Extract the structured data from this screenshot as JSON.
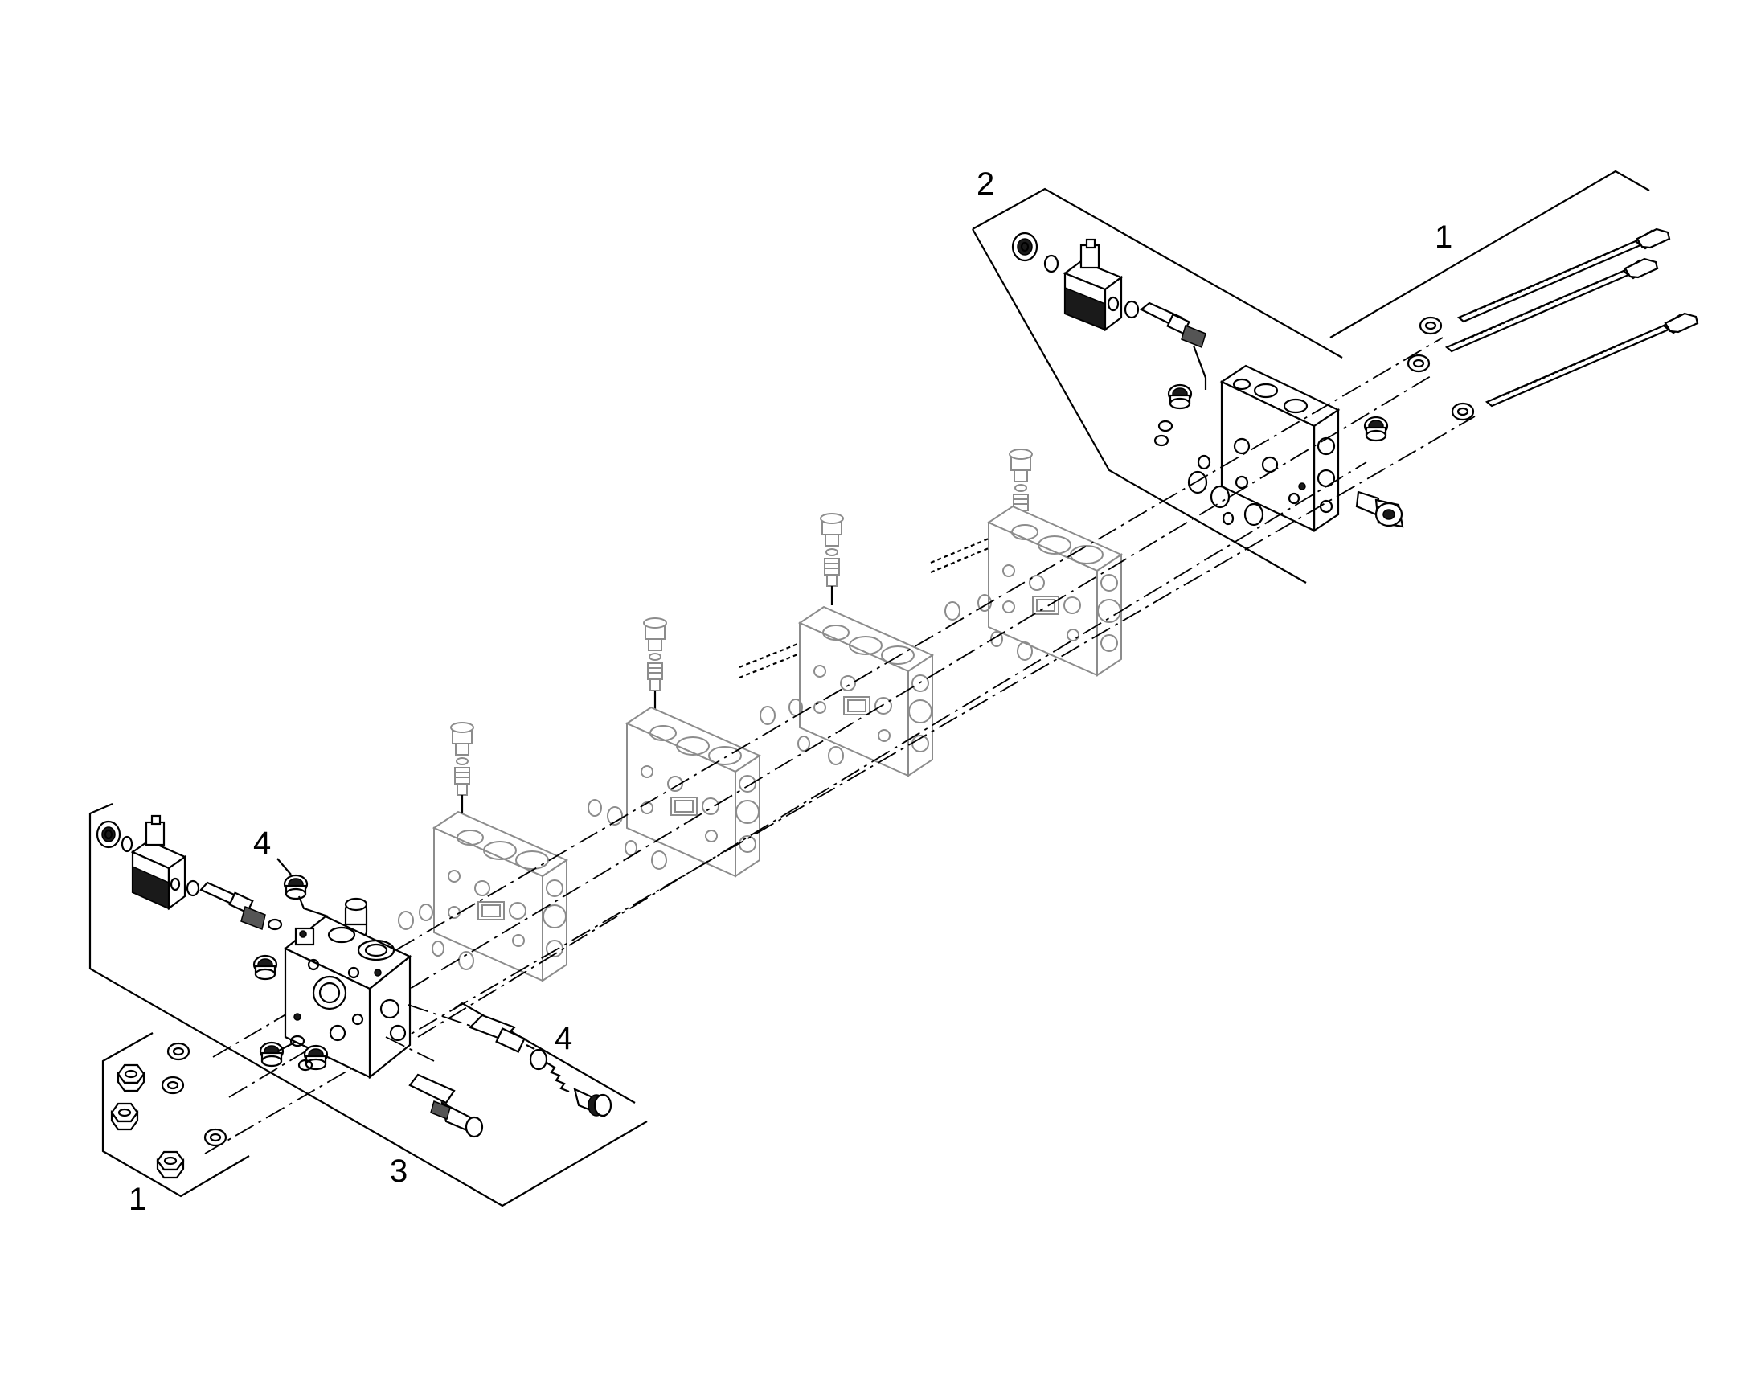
{
  "diagram": {
    "callouts": [
      {
        "id": "top-right-1",
        "text": "1"
      },
      {
        "id": "top-2",
        "text": "2"
      },
      {
        "id": "bottom-left-4",
        "text": "4"
      },
      {
        "id": "bottom-right-4",
        "text": "4"
      },
      {
        "id": "bottom-3",
        "text": "3"
      },
      {
        "id": "bottom-left-1",
        "text": "1"
      }
    ]
  }
}
